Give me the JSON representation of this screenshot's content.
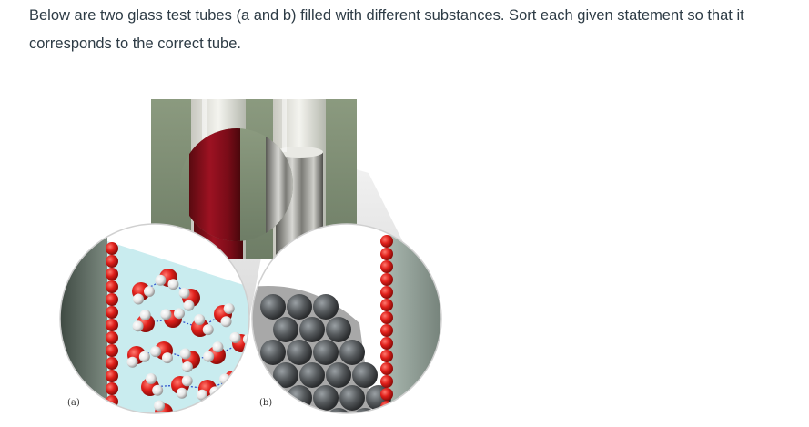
{
  "question": {
    "text": "Below are two glass test tubes (a and b) filled with different substances. Sort each given statement so that it corresponds to the correct tube."
  },
  "figure": {
    "label_a": "(a)",
    "label_b": "(b)"
  },
  "colors": {
    "liquid_a": "#8e0e1c",
    "liquid_b": "#b8b8b8",
    "water_bg": "#c9ecef",
    "oxygen": "#e0201b",
    "hydrogen": "#f2f2f2",
    "metal_atom": "#55595c",
    "metal_bg": "#a8a8a8"
  }
}
